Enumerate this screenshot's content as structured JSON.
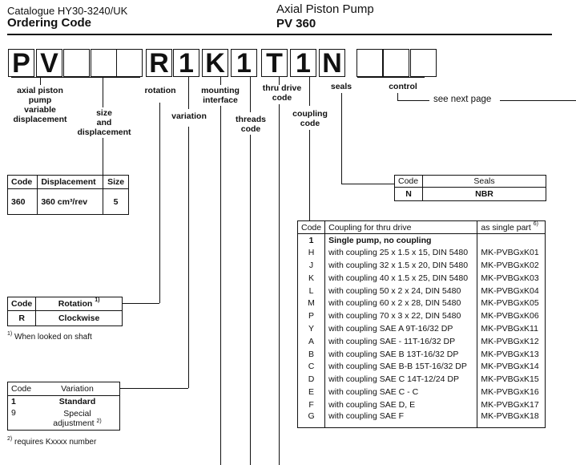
{
  "header": {
    "catalogue": "Catalogue HY30-3240/UK",
    "heading": "Ordering Code",
    "product_title": "Axial Piston Pump",
    "product_model": "PV 360"
  },
  "code_boxes": [
    "P",
    "V",
    "",
    "",
    "",
    "R",
    "1",
    "K",
    "1",
    "T",
    "1",
    "N",
    "",
    "",
    ""
  ],
  "labels": {
    "axial": "axial piston\npump\nvariable\ndisplacement",
    "size": "size\nand\ndisplacement",
    "rotation": "rotation",
    "variation": "variation",
    "mounting": "mounting\ninterface",
    "threads": "threads\ncode",
    "thru_drive": "thru drive\ncode",
    "coupling": "coupling\ncode",
    "seals": "seals",
    "control": "control",
    "see_next": "see next page"
  },
  "displacement_table": {
    "headers": [
      "Code",
      "Displacement",
      "Size"
    ],
    "rows": [
      [
        "360",
        "360 cm³/rev",
        "5"
      ]
    ]
  },
  "rotation_table": {
    "headers": [
      "Code",
      "Rotation"
    ],
    "header_sup": "1)",
    "rows": [
      [
        "R",
        "Clockwise"
      ]
    ],
    "footnote_mark": "1)",
    "footnote": "When looked on shaft"
  },
  "variation_table": {
    "headers": [
      "Code",
      "Variation"
    ],
    "rows": [
      [
        "1",
        "Standard"
      ],
      [
        "9",
        "Special\nadjustment"
      ]
    ],
    "row_sup": "2)",
    "footnote_mark": "2)",
    "footnote": "requires Kxxxx number"
  },
  "seals_table": {
    "headers": [
      "Code",
      "Seals"
    ],
    "rows": [
      [
        "N",
        "NBR"
      ]
    ]
  },
  "coupling_table": {
    "headers": [
      "Code",
      "Coupling for thru drive",
      "as single part"
    ],
    "header_sup": "6)",
    "rows": [
      [
        "1",
        "Single pump, no coupling",
        ""
      ],
      [
        "H",
        "with coupling 25 x 1.5 x 15, DIN 5480",
        "MK-PVBGxK01"
      ],
      [
        "J",
        "with coupling 32 x 1.5 x 20, DIN 5480",
        "MK-PVBGxK02"
      ],
      [
        "K",
        "with coupling 40 x 1.5 x 25, DIN 5480",
        "MK-PVBGxK03"
      ],
      [
        "L",
        "with coupling 50 x 2 x 24, DIN 5480",
        "MK-PVBGxK04"
      ],
      [
        "M",
        "with coupling 60 x 2 x 28, DIN 5480",
        "MK-PVBGxK05"
      ],
      [
        "P",
        "with coupling 70 x 3 x 22, DIN 5480",
        "MK-PVBGxK06"
      ],
      [
        "Y",
        "with coupling SAE A 9T-16/32 DP",
        "MK-PVBGxK11"
      ],
      [
        "A",
        "with coupling SAE - 11T-16/32 DP",
        "MK-PVBGxK12"
      ],
      [
        "B",
        "with coupling SAE B 13T-16/32 DP",
        "MK-PVBGxK13"
      ],
      [
        "C",
        "with coupling SAE B-B 15T-16/32 DP",
        "MK-PVBGxK14"
      ],
      [
        "D",
        "with coupling SAE C 14T-12/24 DP",
        "MK-PVBGxK15"
      ],
      [
        "E",
        "with coupling SAE C - C",
        "MK-PVBGxK16"
      ],
      [
        "F",
        "with coupling SAE D, E",
        "MK-PVBGxK17"
      ],
      [
        "G",
        "with coupling SAE F",
        "MK-PVBGxK18"
      ]
    ]
  }
}
